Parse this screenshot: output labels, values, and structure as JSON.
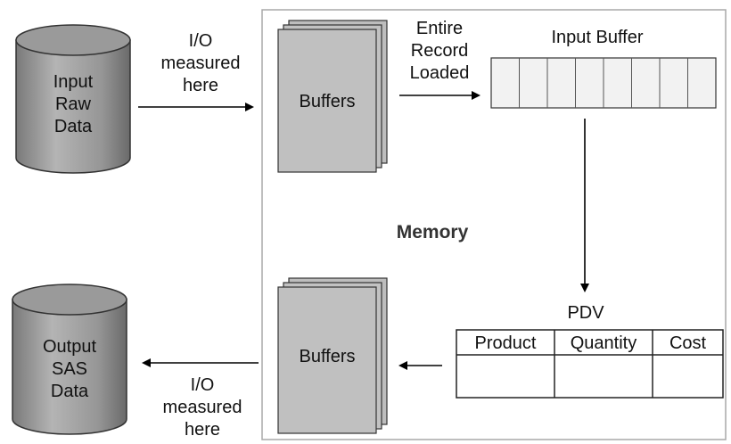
{
  "input_cylinder": {
    "lines": [
      "Input",
      "Raw",
      "Data"
    ]
  },
  "output_cylinder": {
    "lines": [
      "Output",
      "SAS",
      "Data"
    ]
  },
  "io_top": {
    "lines": [
      "I/O",
      "measured",
      "here"
    ]
  },
  "io_bottom": {
    "lines": [
      "I/O",
      "measured",
      "here"
    ]
  },
  "buffers_top": "Buffers",
  "buffers_bottom": "Buffers",
  "entire_record": {
    "lines": [
      "Entire",
      "Record",
      "Loaded"
    ]
  },
  "input_buffer_label": "Input Buffer",
  "memory_label": "Memory",
  "pdv": {
    "label": "PDV",
    "columns": [
      "Product",
      "Quantity",
      "Cost"
    ]
  },
  "colors": {
    "cylinder_fill": "#8c8c8c",
    "buffer_fill": "#c0c0c0",
    "memory_border": "#a8a8a8",
    "arrow": "#000000"
  }
}
